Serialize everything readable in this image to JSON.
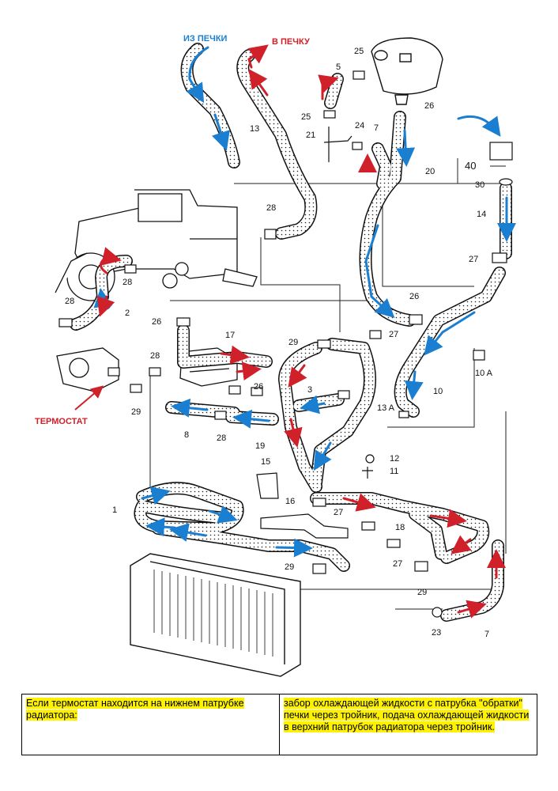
{
  "annotations": {
    "from_heater": "ИЗ ПЕЧКИ",
    "to_heater": "В ПЕЧКУ",
    "thermostat": "ТЕРМОСТАТ"
  },
  "part_numbers": [
    "25",
    "5",
    "26",
    "25",
    "21",
    "24",
    "7",
    "20",
    "40",
    "30",
    "14",
    "27",
    "13",
    "28",
    "2",
    "28",
    "28",
    "26",
    "17",
    "26",
    "29",
    "27",
    "26",
    "10 A",
    "10",
    "28",
    "3",
    "13 A",
    "29",
    "8",
    "28",
    "19",
    "12",
    "11",
    "15",
    "1",
    "16",
    "27",
    "18",
    "27",
    "29",
    "29",
    "23",
    "7"
  ],
  "colors": {
    "cold_flow": "#1a7fd0",
    "hot_flow": "#d0202a",
    "note_highlight": "#fff200"
  },
  "caption": {
    "left": "Если термостат находится на нижнем патрубке радиатора:",
    "right": "забор охлаждающей жидкости с патрубка \"обратки\" печки через тройник, подача охлаждающей жидкости в верхний патрубок радиатора через тройник."
  }
}
